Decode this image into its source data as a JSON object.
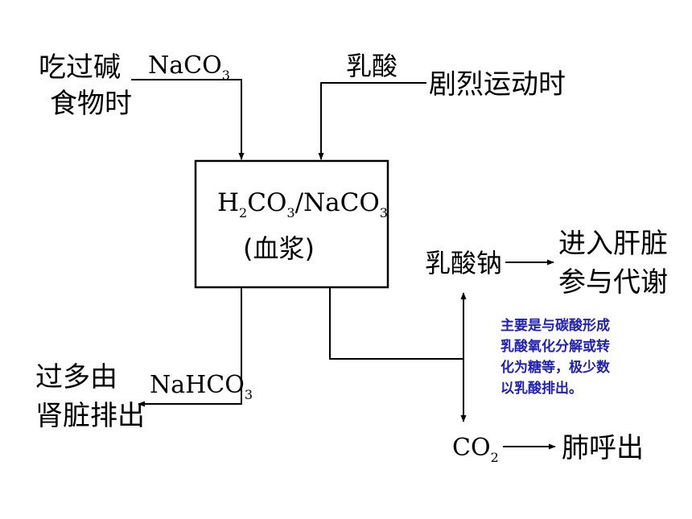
{
  "inputs": {
    "base_food_line1": "吃过碱",
    "base_food_line2": "食物时",
    "base_chemical": "NaCO",
    "base_chemical_sub": "3",
    "acid_chemical": "乳酸",
    "exercise": "剧烈运动时"
  },
  "buffer": {
    "formula_h": "H",
    "formula_h_sub": "2",
    "formula_co": "CO",
    "formula_co_sub": "3",
    "formula_slash": "/NaCO",
    "formula_slash_sub": "3",
    "label": "(血浆)"
  },
  "outputs": {
    "lactate": "乳酸钠",
    "liver_line1": "进入肝脏",
    "liver_line2": "参与代谢",
    "bicarbonate": "NaHCO",
    "bicarbonate_sub": "3",
    "kidney_line1": "过多由",
    "kidney_line2": "肾脏排出",
    "co2": "CO",
    "co2_sub": "2",
    "lung": "肺呼出"
  },
  "note": {
    "line1": "主要是与碳酸形成",
    "line2": "乳酸氧化分解或转",
    "line3": "化为糖等，极少数",
    "line4": "以乳酸排出。",
    "color": "#1f1fbf"
  }
}
